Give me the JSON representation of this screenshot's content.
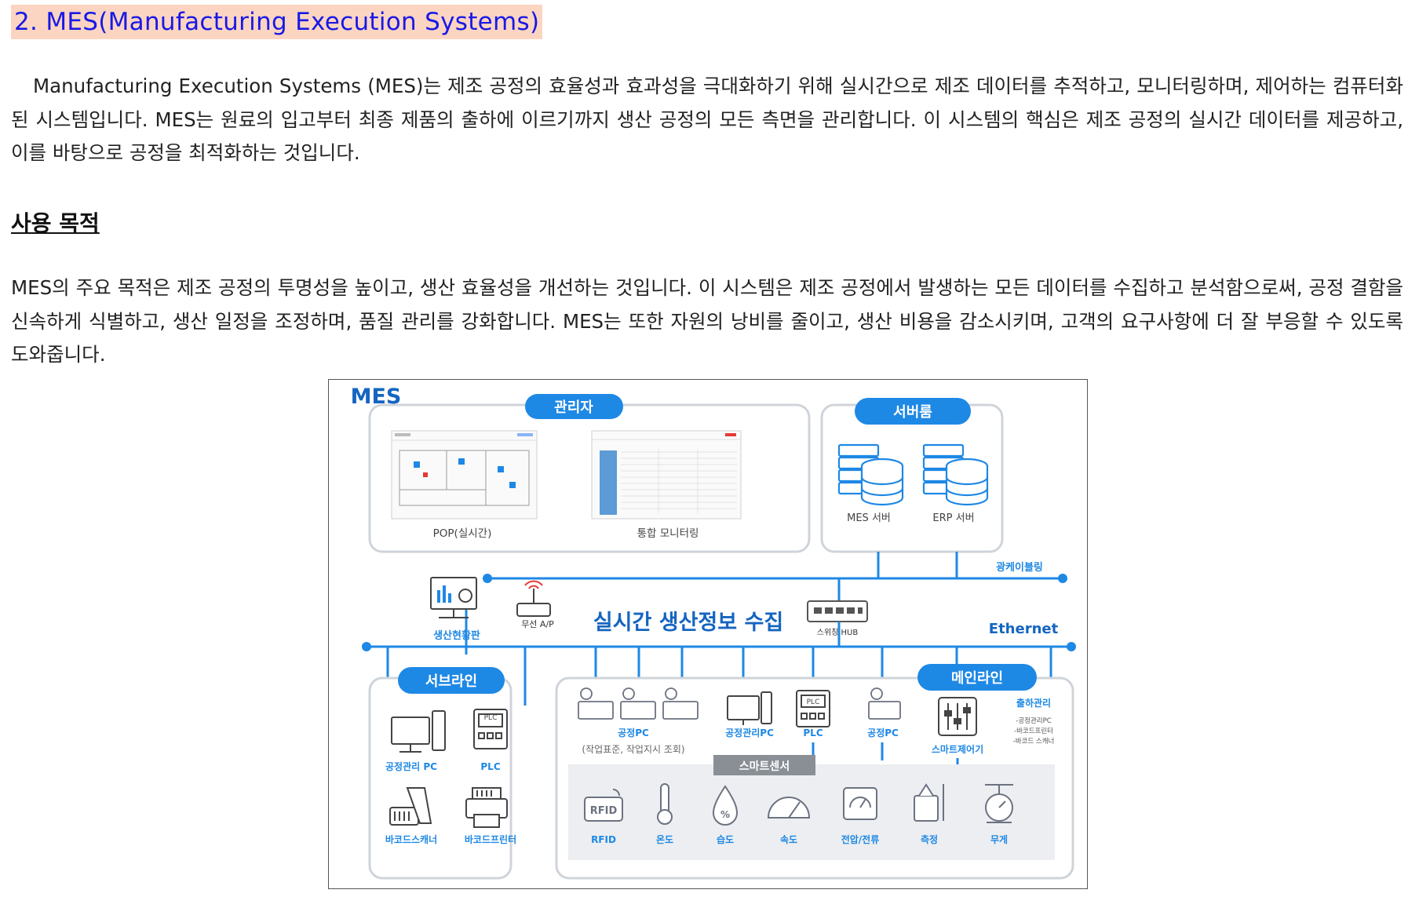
{
  "section": {
    "heading": "2. MES(Manufacturing Execution Systems)",
    "paragraph_1": "Manufacturing Execution Systems (MES)는 제조 공정의 효율성과 효과성을 극대화하기 위해 실시간으로 제조 데이터를 추적하고, 모니터링하며, 제어하는 컴퓨터화된 시스템입니다. MES는 원료의 입고부터 최종 제품의 출하에 이르기까지 생산 공정의 모든 측면을 관리합니다. 이 시스템의 핵심은 제조 공정의 실시간 데이터를 제공하고, 이를 바탕으로 공정을 최적화하는 것입니다.",
    "subheading": "사용 목적",
    "paragraph_2": "MES의 주요 목적은 제조 공정의 투명성을 높이고, 생산 효율성을 개선하는 것입니다. 이 시스템은 제조 공정에서 발생하는 모든 데이터를 수집하고 분석함으로써, 공정 결함을 신속하게 식별하고, 생산 일정을 조정하며, 품질 관리를 강화합니다. MES는 또한 자원의 낭비를 줄이고, 생산 비용을 감소시키며, 고객의 요구사항에 더 잘 부응할 수 있도록 도와줍니다."
  },
  "diagram": {
    "title": "MES",
    "center_label": "실시간 생산정보 수집",
    "ethernet_label": "Ethernet",
    "fiber_label": "광케이블링",
    "admin": {
      "badge": "관리자",
      "pop_label": "POP(실시간)",
      "monitoring_label": "통합 모니터링"
    },
    "server_room": {
      "badge": "서버룸",
      "mes_server": "MES 서버",
      "erp_server": "ERP 서버"
    },
    "network": {
      "board_label": "생산현황판",
      "wireless_ap": "무선 A/P",
      "switch_hub": "스위칭 HUB"
    },
    "sub_line": {
      "badge": "서브라인",
      "process_pc": "공정관리 PC",
      "plc": "PLC",
      "barcode_scanner": "바코드스캐너",
      "barcode_printer": "바코드프린터"
    },
    "main_line": {
      "badge": "메인라인",
      "process_pc": "공정PC",
      "process_pc_note": "(작업표준, 작업지시 조회)",
      "process_mgmt_pc": "공정관리PC",
      "plc": "PLC",
      "process_pc_2": "공정PC",
      "smart_controller": "스마트제어기",
      "shipping": "출하관리",
      "shipping_items": [
        "-공정관리PC",
        "-바코드프린터",
        "-바코드 스캐너"
      ],
      "smart_sensor_badge": "스마트센서",
      "sensors": [
        "RFID",
        "온도",
        "습도",
        "속도",
        "전압/전류",
        "측정",
        "무게"
      ]
    },
    "colors": {
      "badge_blue": "#1e88e5",
      "line_blue": "#1e88e5",
      "label_blue": "#1565c0",
      "box_border": "#cfd4da",
      "sensor_bg": "#eceef1",
      "icon_gray": "#6b7280"
    }
  }
}
